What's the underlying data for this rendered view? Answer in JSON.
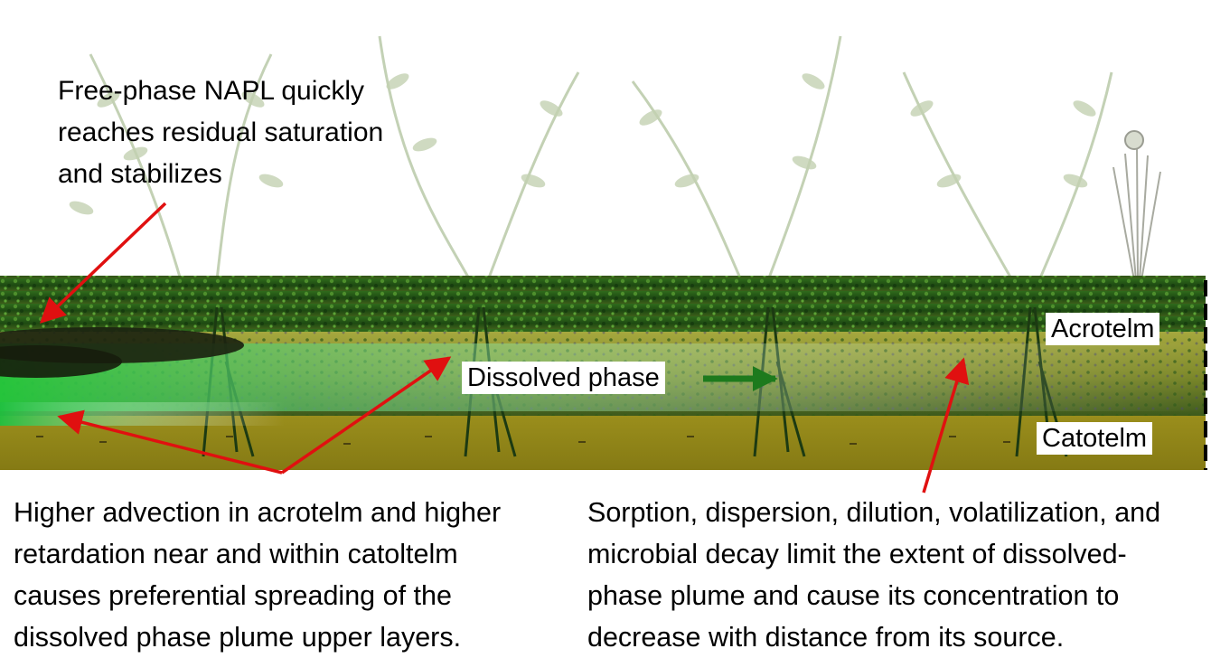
{
  "callouts": {
    "napl": [
      "Free-phase NAPL quickly",
      "reaches residual saturation",
      "and stabilizes"
    ],
    "advection": [
      "Higher advection in acrotelm and higher",
      "retardation near and within catoltelm",
      "causes preferential spreading of the",
      "dissolved phase plume upper layers."
    ],
    "sorption": [
      "Sorption, dispersion, dilution, volatilization, and",
      "microbial decay limit the extent of dissolved-",
      "phase plume and cause its concentration to",
      "decrease with distance from its source."
    ]
  },
  "labels": {
    "dissolved_phase": "Dissolved phase",
    "acrotelm": "Acrotelm",
    "catotelm": "Catotelm"
  },
  "colors": {
    "moss_dark": "#1f4a14",
    "moss_mid": "#3f7a22",
    "acrotelm_band": "#a8a83a",
    "catotelm_band": "#8f8418",
    "plume_green": "#2ecc40",
    "napl": "#1c2410",
    "arrow_red": "#e01010",
    "arrow_green": "#1d7a1d",
    "fern": "#b9c9a8"
  }
}
